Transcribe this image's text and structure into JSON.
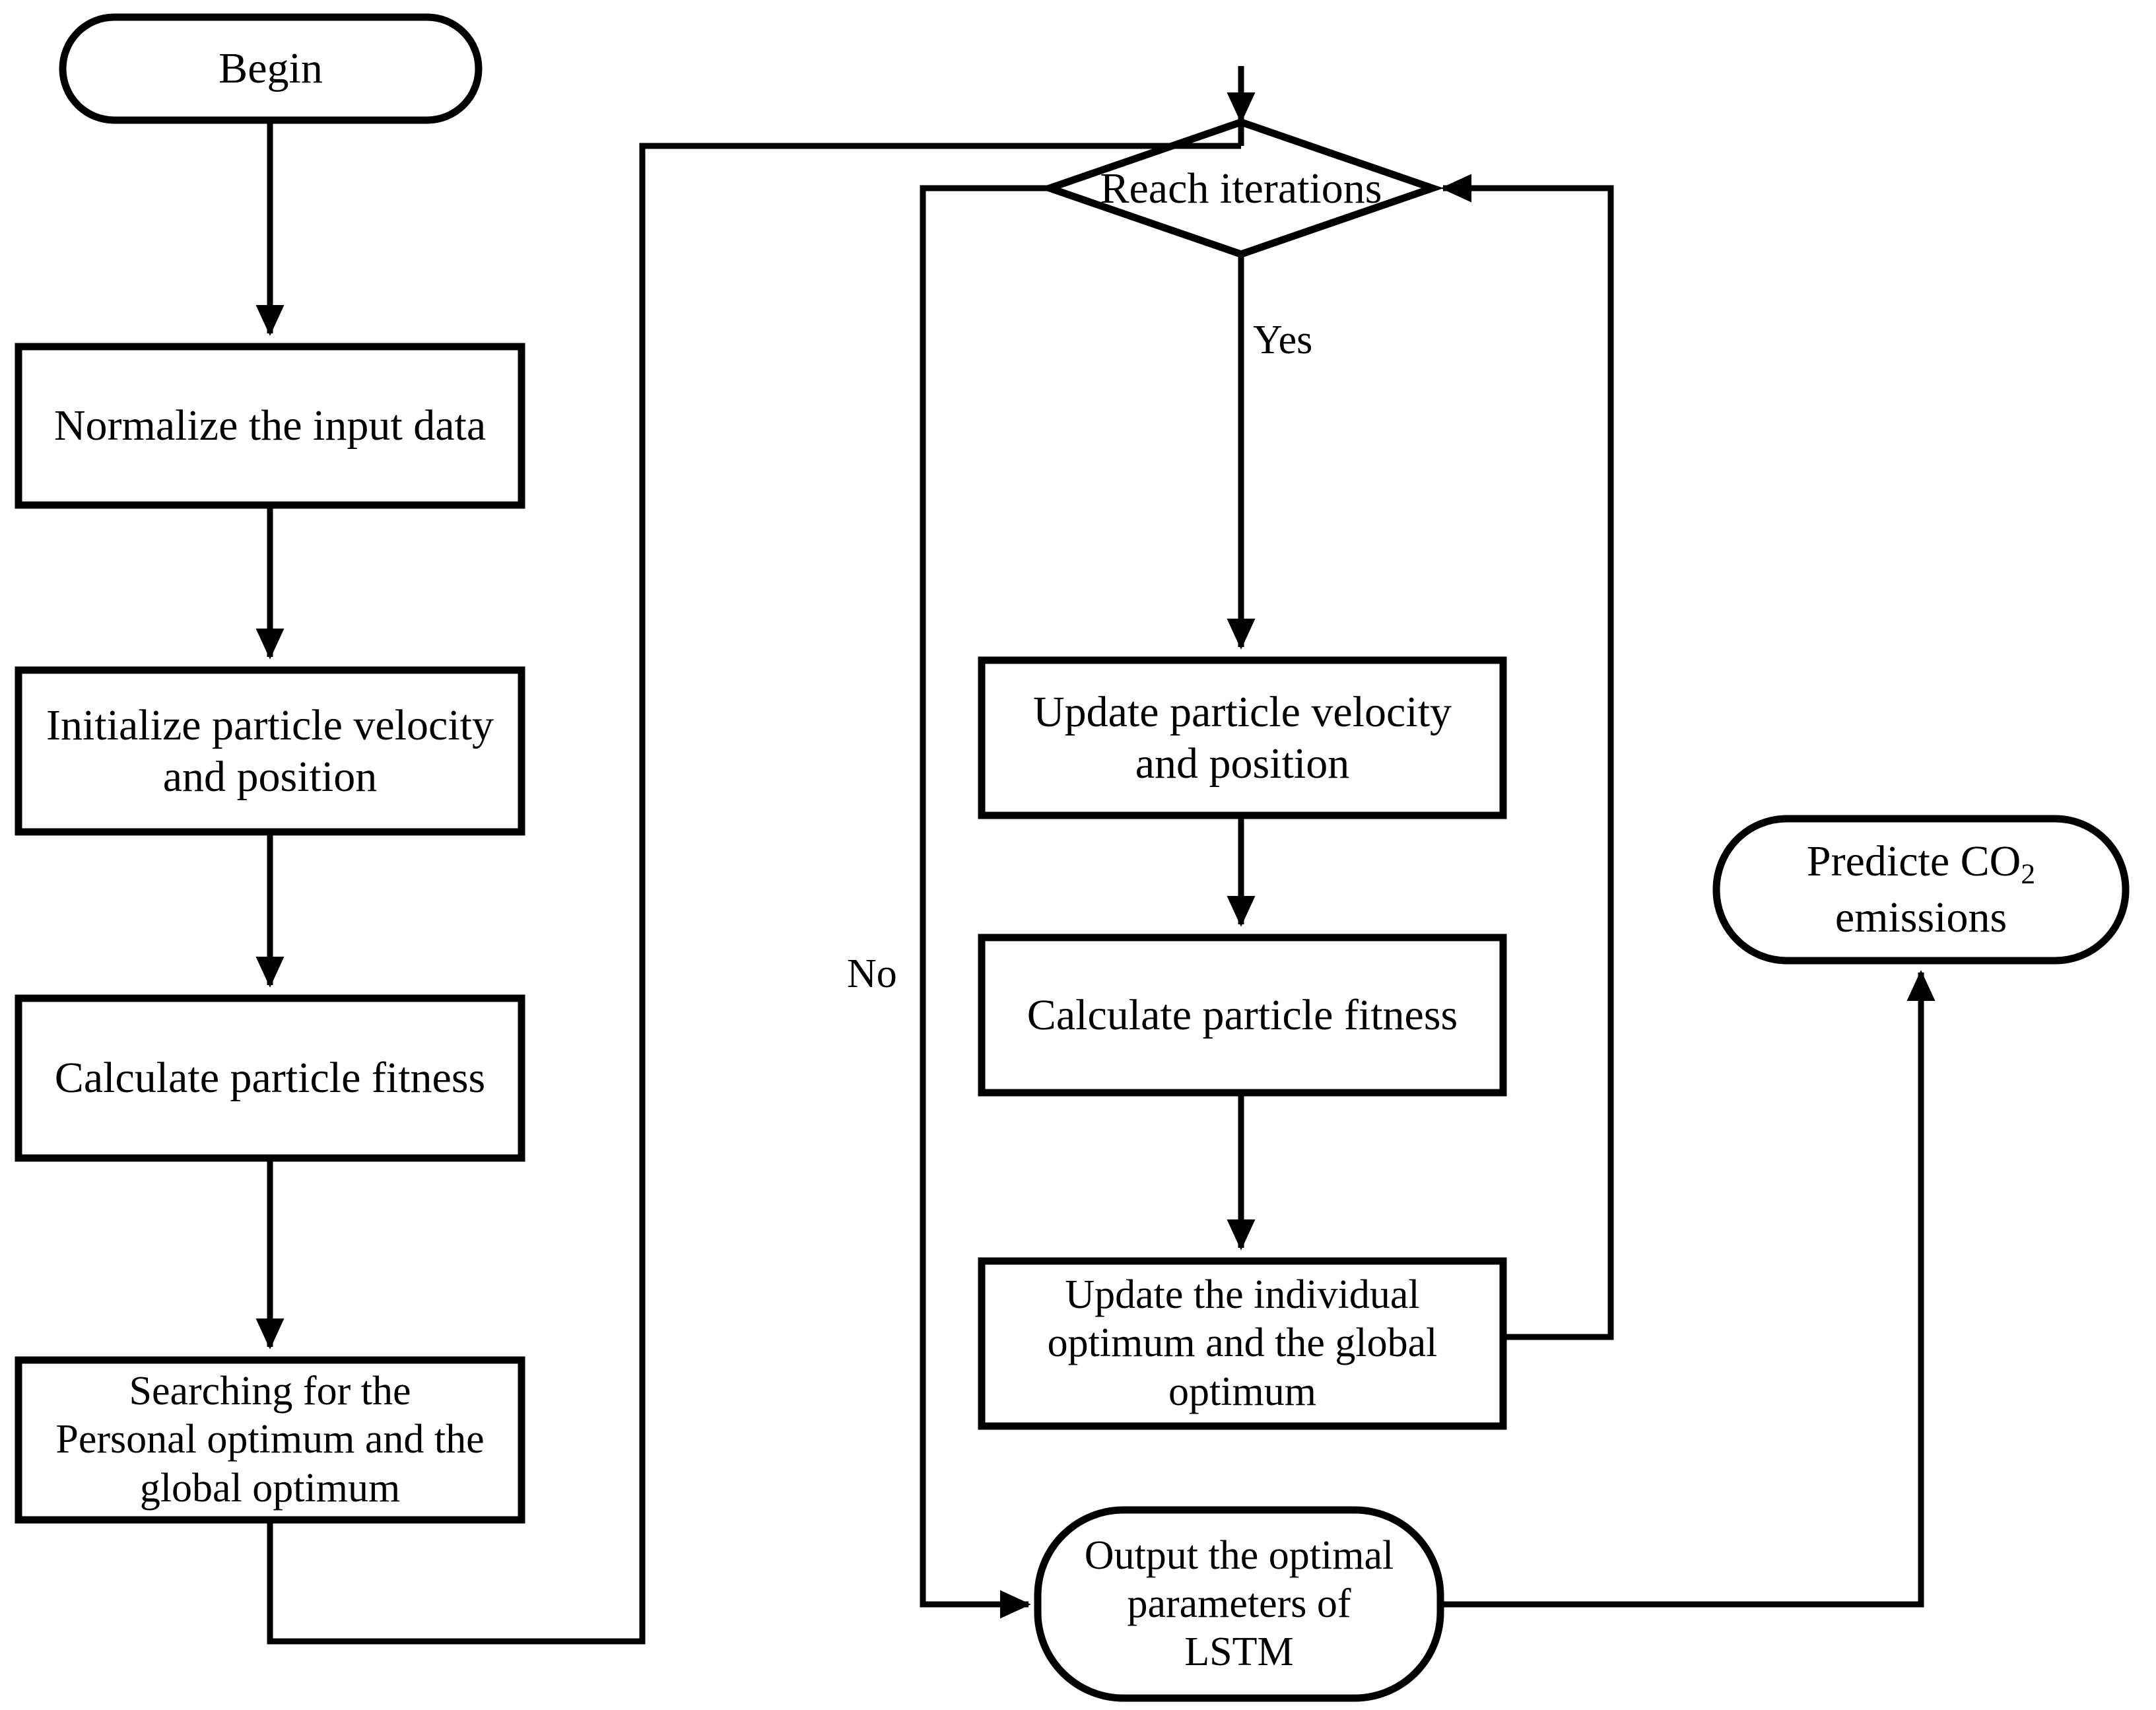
{
  "diagram": {
    "title": "PSO-LSTM CO2 emission prediction flowchart",
    "stroke_color": "#000000",
    "fill_color": "#ffffff",
    "background": "#ffffff",
    "line_width": 9
  },
  "nodes": {
    "begin": {
      "label": "Begin",
      "shape": "terminator"
    },
    "normalize": {
      "label": "Normalize the input data",
      "shape": "process"
    },
    "init_particle": {
      "label": "Initialize particle velocity\nand position",
      "shape": "process"
    },
    "calc_fitness_left": {
      "label": "Calculate particle fitness",
      "shape": "process"
    },
    "searching": {
      "label": "Searching for the\nPersonal optimum and the\nglobal optimum",
      "shape": "process"
    },
    "reach_iterations": {
      "label": "Reach iterations",
      "shape": "decision"
    },
    "update_particle": {
      "label": "Update particle velocity\nand position",
      "shape": "process"
    },
    "calc_fitness_right": {
      "label": "Calculate particle fitness",
      "shape": "process"
    },
    "update_optimum": {
      "label": "Update the individual\noptimum and the global\noptimum",
      "shape": "process"
    },
    "output_lstm": {
      "label": "Output the optimal\nparameters of\nLSTM",
      "shape": "terminator"
    },
    "predict": {
      "label_pre": "Predicte CO",
      "label_sub": "2",
      "label_post": "\nemissions",
      "shape": "terminator"
    }
  },
  "edge_labels": {
    "yes": "Yes",
    "no": "No"
  },
  "chart_data": {
    "type": "flowchart",
    "nodes": [
      "Begin",
      "Normalize the input data",
      "Initialize particle velocity and position",
      "Calculate particle fitness",
      "Searching for the Personal optimum and the global optimum",
      "Reach iterations",
      "Update particle velocity and position",
      "Calculate particle fitness",
      "Update the individual optimum and the global optimum",
      "Output the optimal parameters of LSTM",
      "Predicte CO2 emissions"
    ],
    "edges": [
      {
        "from": "Begin",
        "to": "Normalize the input data",
        "label": ""
      },
      {
        "from": "Normalize the input data",
        "to": "Initialize particle velocity and position",
        "label": ""
      },
      {
        "from": "Initialize particle velocity and position",
        "to": "Calculate particle fitness",
        "label": ""
      },
      {
        "from": "Calculate particle fitness",
        "to": "Searching for the Personal optimum and the global optimum",
        "label": ""
      },
      {
        "from": "Searching for the Personal optimum and the global optimum",
        "to": "Reach iterations",
        "label": ""
      },
      {
        "from": "Reach iterations",
        "to": "Update particle velocity and position",
        "label": "Yes"
      },
      {
        "from": "Reach iterations",
        "to": "Output the optimal parameters of LSTM",
        "label": "No"
      },
      {
        "from": "Update particle velocity and position",
        "to": "Calculate particle fitness",
        "label": ""
      },
      {
        "from": "Calculate particle fitness",
        "to": "Update the individual optimum and the global optimum",
        "label": ""
      },
      {
        "from": "Update the individual optimum and the global optimum",
        "to": "Reach iterations",
        "label": ""
      },
      {
        "from": "Output the optimal parameters of LSTM",
        "to": "Predicte CO2 emissions",
        "label": ""
      }
    ]
  }
}
